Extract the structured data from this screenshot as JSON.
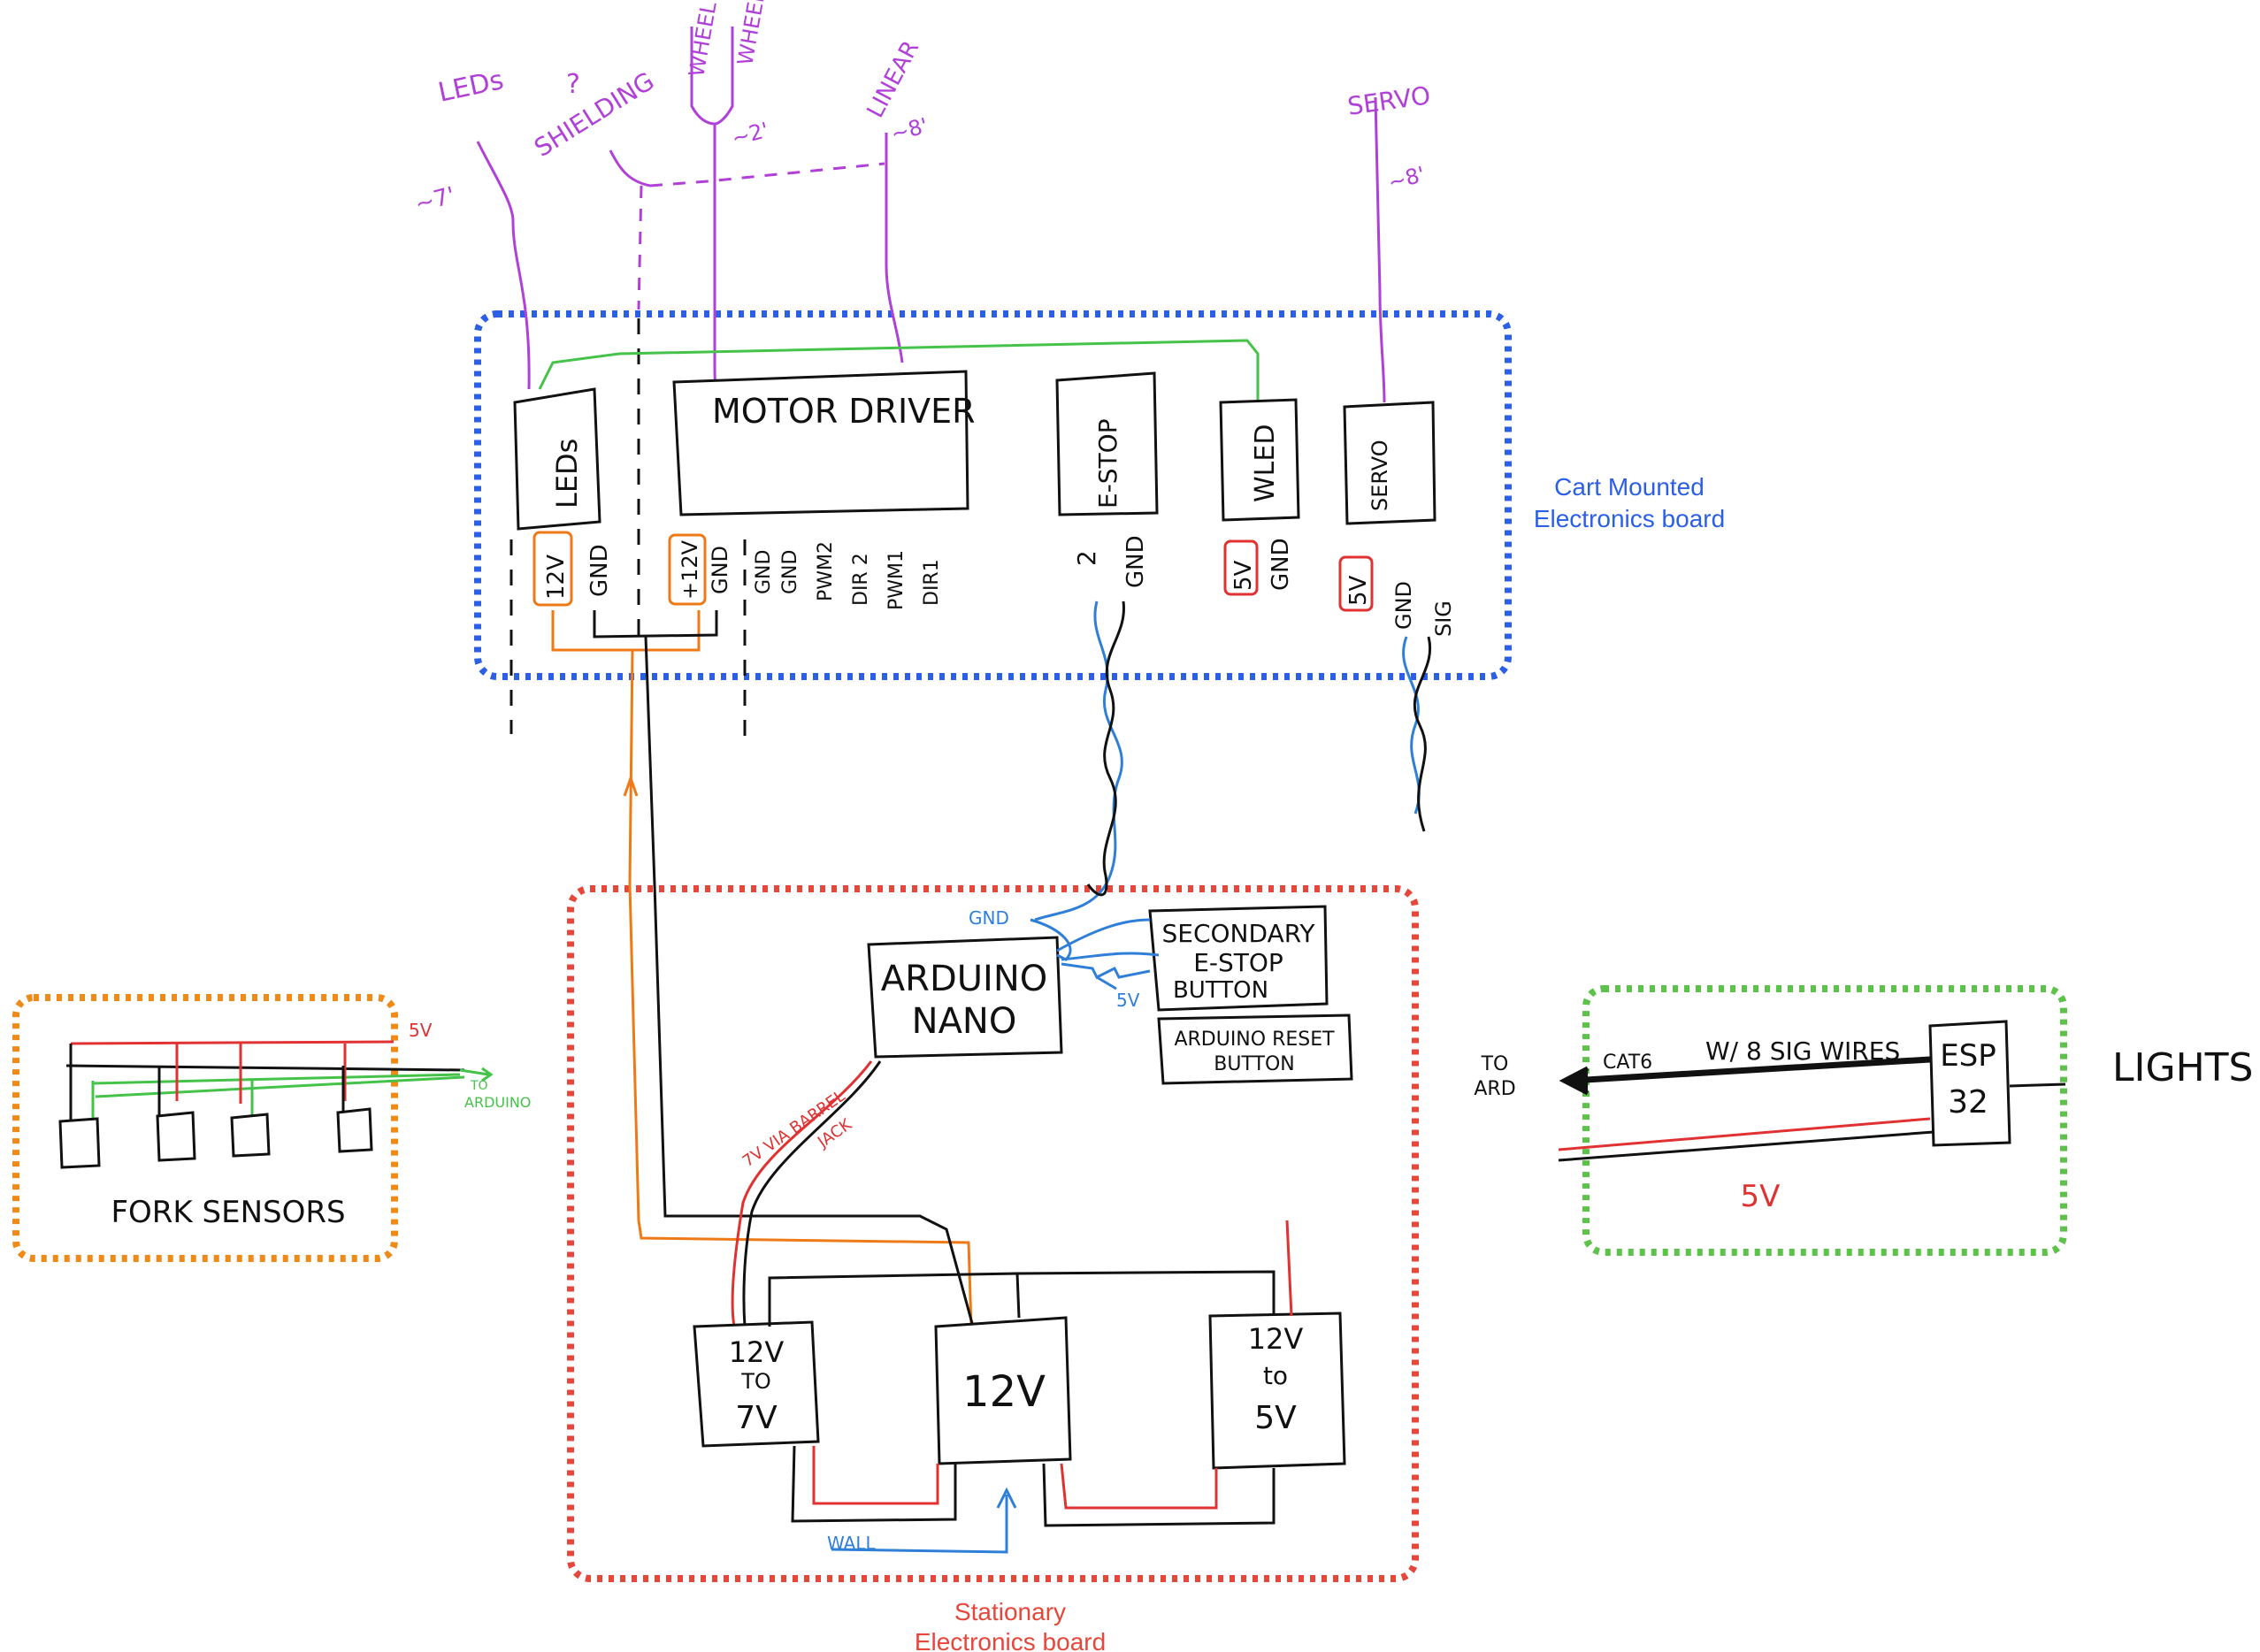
{
  "colors": {
    "cart_board": "#2b5fe6",
    "stationary_board": "#e5473a",
    "fork_board": "#ee8a17",
    "esp_board": "#5cc24a",
    "ink": "#111111",
    "purple": "#b040d8",
    "green_wire": "#45c24a",
    "orange_wire": "#ee7a17",
    "red_wire": "#e03232",
    "blue_wire": "#2f7fd8"
  },
  "boards": {
    "cart": {
      "title_line1": "Cart Mounted",
      "title_line2": "Electronics board"
    },
    "stationary": {
      "title_line1": "Stationary",
      "title_line2": "Electronics board"
    },
    "fork": {
      "title": "FORK SENSORS",
      "five_v": "5V",
      "to": "TO",
      "arduino": "ARDUINO"
    },
    "esp": {
      "esp_line1": "ESP",
      "esp_line2": "32",
      "lights": "LIGHTS",
      "to": "TO",
      "ard": "ARD",
      "cat6": "CAT6",
      "sig_wires": "W/ 8 SIG WIRES",
      "five_v": "5V"
    }
  },
  "external": {
    "leds": "LEDs",
    "leds_len": "~7'",
    "shielding_q": "?",
    "shielding": "SHIELDING",
    "wheel1": "WHEEL",
    "wheel2": "WHEEL",
    "wheel_len": "~2'",
    "linear": "LINEAR",
    "linear_len": "~8'",
    "servo": "SERVO",
    "servo_len": "~8'"
  },
  "cart_components": {
    "leds_box": "LEDs",
    "motor_driver": "MOTOR DRIVER",
    "estop": "E-STOP",
    "wled": "WLED",
    "servo": "SERVO"
  },
  "pins": {
    "leds": [
      "12V",
      "GND"
    ],
    "motor_power": [
      "+12V",
      "GND"
    ],
    "motor_signals": [
      "GND",
      "GND",
      "PWM2",
      "DIR 2",
      "PWM1",
      "DIR1"
    ],
    "estop": [
      "2",
      "GND"
    ],
    "wled": [
      "5V",
      "GND"
    ],
    "servo": [
      "5V",
      "GND",
      "SIG"
    ]
  },
  "stationary_components": {
    "arduino_line1": "ARDUINO",
    "arduino_line2": "NANO",
    "sec_estop_line1": "SECONDARY",
    "sec_estop_line2": "E-STOP",
    "sec_estop_line3": "BUTTON",
    "reset_line1": "ARDUINO RESET",
    "reset_line2": "BUTTON",
    "gnd_label": "GND",
    "five_v_label": "5V",
    "barrel_line1": "7V VIA BARREL",
    "barrel_line2": "JACK",
    "psu_7v": [
      "12V",
      "TO",
      "7V"
    ],
    "psu_12v": "12V",
    "psu_5v": [
      "12V",
      "to",
      "5V"
    ],
    "wall": "WALL"
  }
}
